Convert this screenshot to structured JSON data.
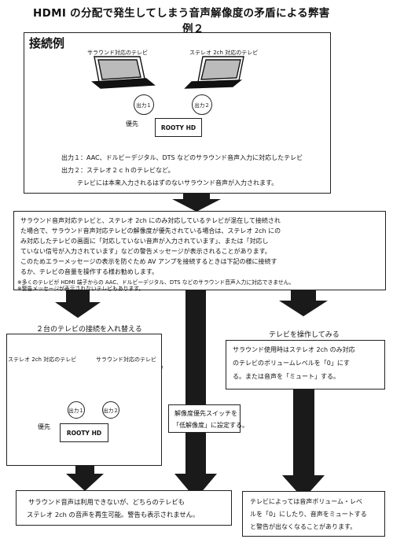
{
  "title": {
    "line1": "HDMI の分配で発生してしまう音声解像度の矛盾による弊害",
    "line2": "例２"
  },
  "example": {
    "heading": "接続例",
    "tv_left": "サラウンド対応のテレビ",
    "tv_right": "ステレオ 2ch 対応のテレビ",
    "out1": "出力１",
    "out2": "出力２",
    "priority": "優先",
    "device": "ROOTY HD",
    "note1": "出力１：AAC、ドルビーデジタル、DTS などのサラウンド音声入力に対応したテレビ",
    "note2": "出力２：ステレオ２ｃｈのテレビなど。",
    "note3": "テレビには本来入力されるはずのないサラウンド音声が入力されます。"
  },
  "explanation": {
    "lines": [
      "サラウンド音声対応テレビと、ステレオ 2ch にのみ対応しているテレビが混在して接続され",
      "た場合で、サラウンド音声対応テレビの解像度が優先されている場合は、ステレオ 2ch にの",
      "み対応したテレビの画面に「対応していない音声が入力されています」、または「対応し",
      "ていない信号が入力されています」などの警告メッセージが表示されることがあります。",
      "このためエラーメッセージの表示を防ぐため AV アンプを接続するときは下記の様に接続す",
      "るか、テレビの音量を操作する様お勧めします。",
      "※多くのテレビが HDMI 端子からの AAC、ドルビーデジタル、DTS などのサラウンド音声入力に対応できません。",
      "※警告メッセージが表示されないテレビもあります。"
    ]
  },
  "swap": {
    "heading": "２台のテレビの接続を入れ替える",
    "tv_left": "ステレオ 2ch 対応のテレビ",
    "tv_right": "サラウンド対応のテレビ",
    "out1": "出力１",
    "out2": "出力２",
    "priority": "優先",
    "device": "ROOTY HD",
    "result_lines": [
      "サラウンド音声は利用できないが、どちらのテレビも",
      "ステレオ 2ch の音声を再生可能。警告も表示されません。"
    ]
  },
  "switch": {
    "lines": [
      "解像度優先スイッチを",
      "「低解像度」に設定する。"
    ]
  },
  "operate": {
    "heading": "テレビを操作してみる",
    "lines": [
      "サラウンド使用時はステレオ 2ch のみ対応",
      "のテレビのボリュームレベルを「0」にす",
      "る。または音声を「ミュート」する。"
    ],
    "result_lines": [
      "テレビによっては音声ボリューム・レベ",
      "ルを「0」にしたり、音声をミュートする",
      "と警告が出なくなることがあります。"
    ]
  }
}
